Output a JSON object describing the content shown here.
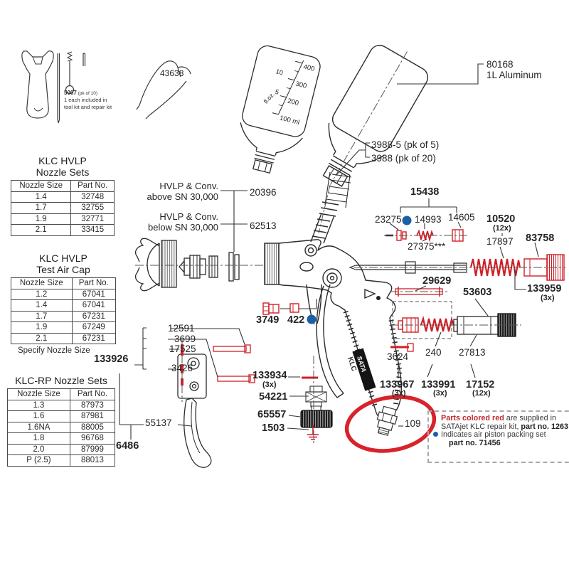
{
  "colors": {
    "repair_kit_red": "#cf1f26",
    "indicator_blue": "#1b5fa5",
    "circle_red": "#d8232b"
  },
  "tools": {
    "brush_part": "5007",
    "brush_pk": " (pk of 10)",
    "note1": "1 each included in",
    "note2": "tool kit and repair kit",
    "wire_tool": "43638"
  },
  "gun": {
    "model": "KLC",
    "brand": "SATA"
  },
  "cup_scale": {
    "m400": "400",
    "m300": "300",
    "m200": "200",
    "m100": "100 ml",
    "oz10": "10",
    "oz5": "5",
    "floz": "fl.oz."
  },
  "tables": [
    {
      "t1": "KLC HVLP",
      "t2": "Nozzle Sets",
      "h": [
        "Nozzle Size",
        "Part No."
      ],
      "rows": [
        [
          "1.4",
          "32748"
        ],
        [
          "1.7",
          "32755"
        ],
        [
          "1.9",
          "32771"
        ],
        [
          "2.1",
          "33415"
        ]
      ]
    },
    {
      "t1": "KLC HVLP",
      "t2": "Test Air Cap",
      "h": [
        "Nozzle Size",
        "Part No."
      ],
      "rows": [
        [
          "1.2",
          "67041"
        ],
        [
          "1.4",
          "67041"
        ],
        [
          "1.7",
          "67231"
        ],
        [
          "1.9",
          "67249"
        ],
        [
          "2.1",
          "67231"
        ]
      ],
      "note": "Specify Nozzle Size"
    },
    {
      "t1": "KLC-RP Nozzle Sets",
      "h": [
        "Nozzle Size",
        "Part No."
      ],
      "rows": [
        [
          "1.3",
          "87973"
        ],
        [
          "1.6",
          "87981"
        ],
        [
          "1.6NA",
          "88005"
        ],
        [
          "1.8",
          "96768"
        ],
        [
          "2.0",
          "87999"
        ],
        [
          "P  (2.5)",
          "88013"
        ]
      ]
    }
  ],
  "callouts": {
    "p80168": "80168",
    "p80168_desc": "1L Aluminum",
    "p3988_5": "3988-5 (pk of 5)",
    "p3988": "3988 (pk of 20)",
    "hvlp_above_1": "HVLP & Conv.",
    "hvlp_above_2": "above SN 30,000",
    "p20396": "20396",
    "hvlp_below_1": "HVLP & Conv.",
    "hvlp_below_2": "below SN 30,000",
    "p62513": "62513",
    "p15438": "15438",
    "p23275": "23275",
    "p14993": "14993",
    "p14605": "14605",
    "p27375": "27375***",
    "p10520": "10520",
    "p10520_qty": "(12x)",
    "p17897": "17897",
    "p83758": "83758",
    "p133959": "133959",
    "p133959_qty": "(3x)",
    "p29629": "29629",
    "p53603": "53603",
    "p3749": "3749",
    "p422": "422",
    "p12591": "12591",
    "p3699": "3699",
    "p17525": "17525",
    "p3426": "3426",
    "p133926": "133926",
    "p133934": "133934",
    "p133934_qty": "(3x)",
    "p54221": "54221",
    "p65557": "65557",
    "p1503": "1503",
    "p3624": "3624",
    "p240": "240",
    "p27813": "27813",
    "p133967": "133967",
    "p133967_qty": "(3x)",
    "p133991": "133991",
    "p133991_qty": "(3x)",
    "p17152": "17152",
    "p17152_qty": "(12x)",
    "p109": "109",
    "p55137": "55137",
    "p6486": "6486"
  },
  "legend": {
    "l1_red": "Parts colored red",
    "l1_rest": " are supplied in",
    "l2": "SATAjet KLC repair kit, ",
    "l2_bold": "part no. 1263",
    "l3": "Indicates air piston packing set",
    "l4": "part no. 71456"
  }
}
